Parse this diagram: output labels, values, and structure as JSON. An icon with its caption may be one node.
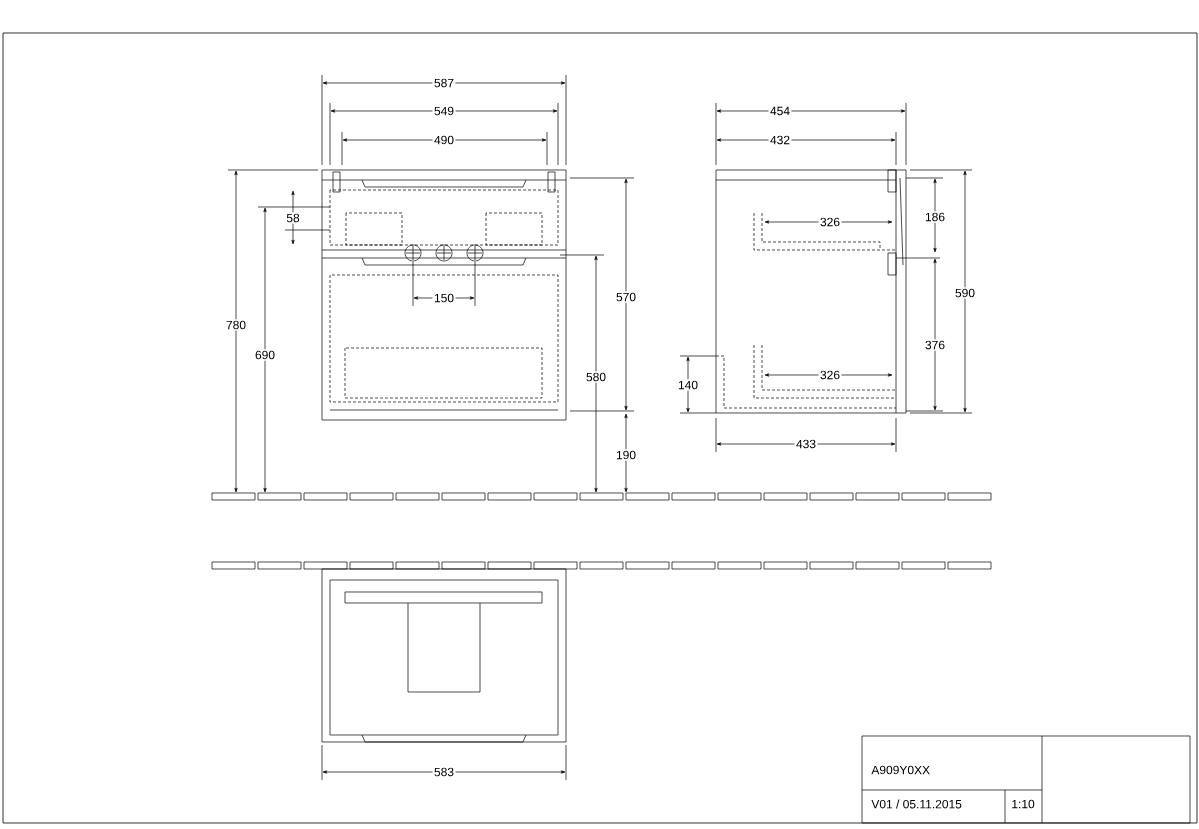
{
  "diagram": {
    "labels": [
      "587",
      "549",
      "490",
      "454",
      "432",
      "58",
      "326",
      "186",
      "780",
      "690",
      "570",
      "590",
      "150",
      "376",
      "580",
      "140",
      "326",
      "433",
      "190",
      "583",
      "A909Y0XX",
      "V01 / 05.11.2015",
      "1:10"
    ]
  }
}
